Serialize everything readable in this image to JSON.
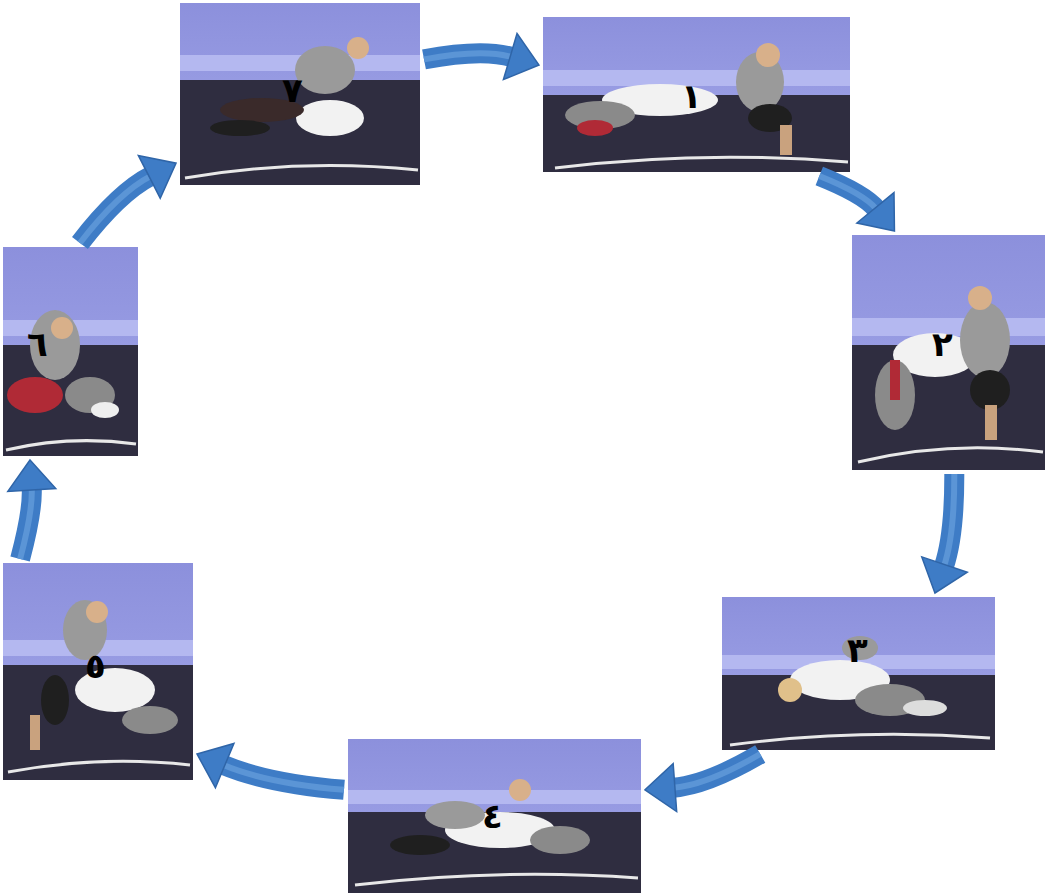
{
  "diagram": {
    "nodes": [
      {
        "text": [
          "١"
        ]
      },
      {
        "text": [
          "٢"
        ]
      },
      {
        "text": [
          "٣"
        ]
      },
      {
        "text": [
          "٤"
        ]
      },
      {
        "text": [
          "٥"
        ]
      },
      {
        "text": [
          "٦"
        ]
      },
      {
        "text": [
          "٧"
        ]
      }
    ],
    "edges": [
      {
        "from": 6,
        "to": 0,
        "arrow": "to"
      },
      {
        "from": 0,
        "to": 1,
        "arrow": "to"
      },
      {
        "from": 1,
        "to": 2,
        "arrow": "to"
      },
      {
        "from": 2,
        "to": 3,
        "arrow": "to"
      },
      {
        "from": 3,
        "to": 4,
        "arrow": "to"
      },
      {
        "from": 4,
        "to": 5,
        "arrow": "to"
      },
      {
        "from": 5,
        "to": 6,
        "arrow": "to"
      }
    ]
  }
}
